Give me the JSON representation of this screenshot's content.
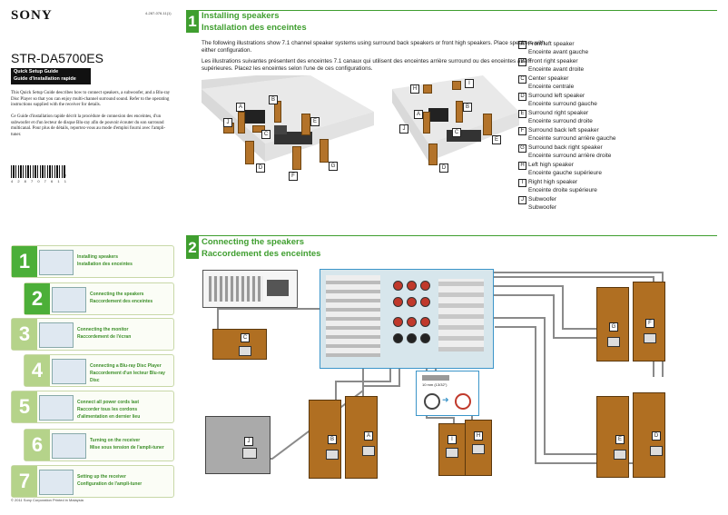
{
  "brand": "SONY",
  "part_number": "4-287-076-11(1)",
  "model": "STR-DA5700ES",
  "guide_title": [
    "Quick Setup Guide",
    "Guide d'installation rapide"
  ],
  "intro_en": "This Quick Setup Guide describes how to connect speakers, a subwoofer, and a Blu-ray Disc Player so that you can enjoy multi-channel surround sound. Refer to the operating instructions supplied with the receiver for details.",
  "intro_fr": "Ce Guide d'installation rapide décrit la procédure de connexion des enceintes, d'un subwoofer et d'un lecteur de disque Blu-ray afin de pouvoir écouter du son surround multicanal. Pour plus de détails, reportez-vous au mode d'emploi fourni avec l'ampli-tuner.",
  "barcode_number": "4 2 8 7 0 7 6 1 1",
  "barcode_suffix": "(1)",
  "copyright": "© 2011 Sony Corporation   Printed in Malaysia",
  "steps": [
    {
      "num": "1",
      "lines": [
        "Installing speakers",
        "Installation des enceintes"
      ],
      "icon": "speakers-icon"
    },
    {
      "num": "2",
      "lines": [
        "Connecting the speakers",
        "Raccordement des enceintes"
      ],
      "icon": "speakers-icon"
    },
    {
      "num": "3",
      "lines": [
        "Connecting the monitor",
        "Raccordement de l'écran"
      ],
      "icon": "monitor-icon"
    },
    {
      "num": "4",
      "lines": [
        "Connecting a Blu-ray Disc Player",
        "Raccordement d'un lecteur Blu-ray",
        "Disc"
      ],
      "icon": "bluray-icon"
    },
    {
      "num": "5",
      "lines": [
        "Connect all power cords last",
        "Raccorder tous les cordons",
        "d'alimentation en dernier lieu"
      ],
      "icon": "power-cord-icon"
    },
    {
      "num": "6",
      "lines": [
        "Turning on the receiver",
        "Mise sous tension de l'ampli-tuner"
      ],
      "icon": "remote-icon"
    },
    {
      "num": "7",
      "lines": [
        "Setting up the receiver",
        "Configuration de l'ampli-tuner"
      ],
      "icon": "toolbox-icon"
    }
  ],
  "section1": {
    "num": "1",
    "title_en": "Installing speakers",
    "title_fr": "Installation des enceintes",
    "text_en": "The following illustrations show 7.1 channel speaker systems using surround back speakers or front high speakers. Place speakers with either configuration.",
    "text_fr": "Les illustrations suivantes présentent des enceintes 7.1 canaux qui utilisent des enceintes arrière surround ou des enceintes avant supérieures. Placez les enceintes selon l'une de ces configurations."
  },
  "legend": [
    {
      "letter": "A",
      "en": "Front left speaker",
      "fr": "Enceinte avant gauche"
    },
    {
      "letter": "B",
      "en": "Front right speaker",
      "fr": "Enceinte avant droite"
    },
    {
      "letter": "C",
      "en": "Center speaker",
      "fr": "Enceinte centrale"
    },
    {
      "letter": "D",
      "en": "Surround left speaker",
      "fr": "Enceinte surround gauche"
    },
    {
      "letter": "E",
      "en": "Surround right speaker",
      "fr": "Enceinte surround droite"
    },
    {
      "letter": "F",
      "en": "Surround back left speaker",
      "fr": "Enceinte surround arrière gauche"
    },
    {
      "letter": "G",
      "en": "Surround back right speaker",
      "fr": "Enceinte surround arrière droite"
    },
    {
      "letter": "H",
      "en": "Left high speaker",
      "fr": "Enceinte gauche supérieure"
    },
    {
      "letter": "I",
      "en": "Right high speaker",
      "fr": "Enceinte droite supérieure"
    },
    {
      "letter": "J",
      "en": "Subwoofer",
      "fr": "Subwoofer"
    }
  ],
  "room1_labels": [
    "A",
    "B",
    "C",
    "D",
    "E",
    "F",
    "G",
    "J"
  ],
  "room2_labels": [
    "H",
    "I",
    "A",
    "B",
    "C",
    "D",
    "E",
    "J"
  ],
  "section2": {
    "num": "2",
    "title_en": "Connecting the speakers",
    "title_fr": "Raccordement des enceintes"
  },
  "cable_note": "10 mm (13/32\")",
  "diagram_labels": {
    "center": "C",
    "sub": "J",
    "G": "G",
    "F": "F",
    "B": "B",
    "A": "A",
    "I": "I",
    "H": "H",
    "E": "E",
    "D": "D"
  }
}
